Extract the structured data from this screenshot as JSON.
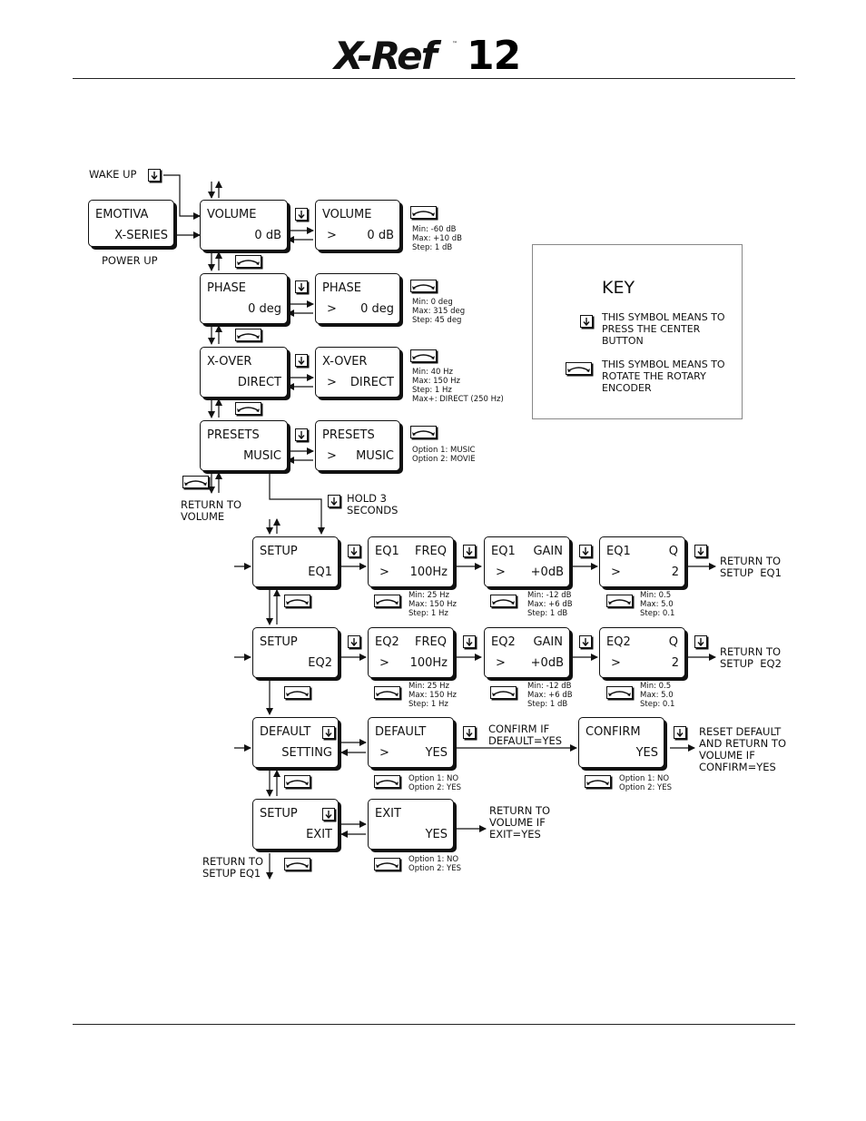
{
  "header": {
    "logo_text": "X-Ref",
    "logo_number": "12",
    "logo_tm": "™"
  },
  "labels": {
    "wake_up": "WAKE UP",
    "power_up": "POWER UP",
    "hold": "HOLD 3\nSECONDS",
    "return_volume": "RETURN TO\nVOLUME",
    "return_setup_eq1_a": "RETURN TO\nSETUP  EQ1",
    "return_setup_eq2": "RETURN TO\nSETUP  EQ2",
    "confirm_if": "CONFIRM IF\nDEFAULT=YES",
    "reset_default": "RESET DEFAULT\nAND RETURN TO\nVOLUME IF\nCONFIRM=YES",
    "return_volume_exit": "RETURN TO\nVOLUME IF\nEXIT=YES",
    "return_setup_eq1_b": "RETURN TO\nSETUP EQ1"
  },
  "boxes": {
    "emotiva": {
      "l1": "EMOTIVA",
      "l2": "X-SERIES"
    },
    "volume": {
      "l1": "VOLUME",
      "l2": "0 dB"
    },
    "volume_edit": {
      "l1": "VOLUME",
      "arrow": ">",
      "l2": "0 dB"
    },
    "phase": {
      "l1": "PHASE",
      "l2": "0 deg"
    },
    "phase_edit": {
      "l1": "PHASE",
      "arrow": ">",
      "l2": "0 deg"
    },
    "xover": {
      "l1": "X-OVER",
      "l2": "DIRECT"
    },
    "xover_edit": {
      "l1": "X-OVER",
      "arrow": ">",
      "l2": "DIRECT"
    },
    "presets": {
      "l1": "PRESETS",
      "l2": "MUSIC"
    },
    "presets_edit": {
      "l1": "PRESETS",
      "arrow": ">",
      "l2": "MUSIC"
    },
    "setup_eq1": {
      "l1": "SETUP",
      "l2": "EQ1"
    },
    "eq1_freq": {
      "l1": "EQ1",
      "l1r": "FREQ",
      "arrow": ">",
      "l2": "100Hz"
    },
    "eq1_gain": {
      "l1": "EQ1",
      "l1r": "GAIN",
      "arrow": ">",
      "l2": "+0dB"
    },
    "eq1_q": {
      "l1": "EQ1",
      "l1r": "Q",
      "arrow": ">",
      "l2": "2"
    },
    "setup_eq2": {
      "l1": "SETUP",
      "l2": "EQ2"
    },
    "eq2_freq": {
      "l1": "EQ2",
      "l1r": "FREQ",
      "arrow": ">",
      "l2": "100Hz"
    },
    "eq2_gain": {
      "l1": "EQ2",
      "l1r": "GAIN",
      "arrow": ">",
      "l2": "+0dB"
    },
    "eq2_q": {
      "l1": "EQ2",
      "l1r": "Q",
      "arrow": ">",
      "l2": "2"
    },
    "default_setting": {
      "l1": "DEFAULT",
      "l2": "SETTING"
    },
    "default_edit": {
      "l1": "DEFAULT",
      "arrow": ">",
      "l2": "YES"
    },
    "confirm": {
      "l1": "CONFIRM",
      "l2": "YES"
    },
    "setup_exit": {
      "l1": "SETUP",
      "l2": "EXIT"
    },
    "exit_edit": {
      "l1": "EXIT",
      "l2": "YES"
    }
  },
  "ranges": {
    "volume": "Min: -60 dB\nMax: +10 dB\nStep: 1 dB",
    "phase": "Min: 0 deg\nMax: 315 deg\nStep: 45 deg",
    "xover": "Min: 40 Hz\nMax: 150 Hz\nStep: 1 Hz\nMax+: DIRECT (250 Hz)",
    "presets": "Option 1: MUSIC\nOption 2: MOVIE",
    "eq1_freq": "Min: 25 Hz\nMax: 150 Hz\nStep: 1 Hz",
    "eq1_gain": "Min: -12 dB\nMax: +6 dB\nStep: 1 dB",
    "eq1_q": "Min: 0.5\nMax: 5.0\nStep: 0.1",
    "eq2_freq": "Min: 25 Hz\nMax: 150 Hz\nStep: 1 Hz",
    "eq2_gain": "Min: -12 dB\nMax: +6 dB\nStep: 1 dB",
    "eq2_q": "Min: 0.5\nMax: 5.0\nStep: 0.1",
    "default": "Option 1: NO\nOption 2: YES",
    "confirm": "Option 1: NO\nOption 2: YES",
    "exit": "Option 1: NO\nOption 2: YES"
  },
  "key": {
    "title": "KEY",
    "press": "THIS SYMBOL MEANS TO\nPRESS THE CENTER\nBUTTON",
    "rotate": "THIS SYMBOL MEANS TO\nROTATE THE ROTARY\nENCODER"
  },
  "icons": {
    "press": "press-button-icon",
    "rotate": "rotary-encoder-icon"
  }
}
